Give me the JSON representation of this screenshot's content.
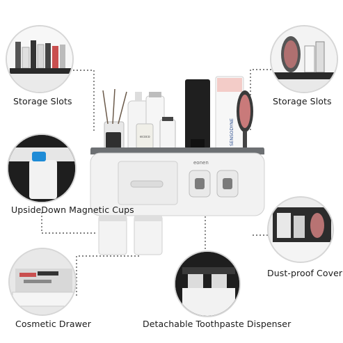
{
  "labels": {
    "storage_left": "Storage Slots",
    "storage_right": "Storage Slots",
    "cups": "UpsideDown Magnetic Cups",
    "cover": "Dust-proof Cover",
    "drawer": "Cosmetic Drawer",
    "dispenser": "Detachable Toothpaste Dispenser"
  },
  "product": {
    "brand": "ecoco",
    "toothpaste_brand": "SENSODYNE"
  },
  "colors": {
    "shelf_grey": "#6d7073",
    "body_white": "#f2f2f2",
    "dark": "#2a2a2a"
  }
}
